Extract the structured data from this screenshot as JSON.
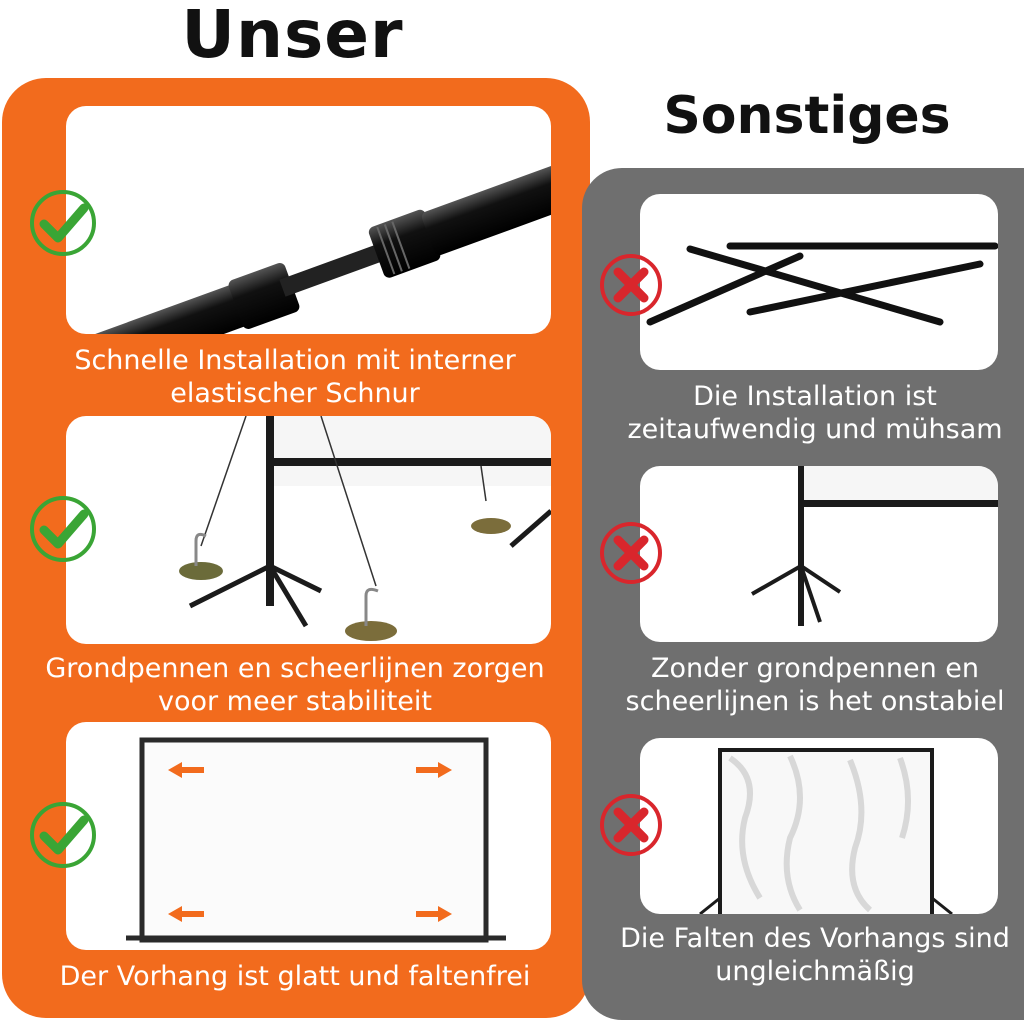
{
  "ours": {
    "title": "Unser",
    "items": [
      {
        "caption_line1": "Schnelle Installation mit interner",
        "caption_line2": "elastischer Schnur"
      },
      {
        "caption_line1": "Grondpennen en scheerlijnen zorgen",
        "caption_line2": "voor meer stabiliteit"
      },
      {
        "caption_line1": "Der Vorhang ist glatt und faltenfrei",
        "caption_line2": ""
      }
    ]
  },
  "others": {
    "title": "Sonstiges",
    "items": [
      {
        "caption_line1": "Die Installation ist",
        "caption_line2": "zeitaufwendig und mühsam"
      },
      {
        "caption_line1": "Zonder grondpennen en",
        "caption_line2": "scheerlijnen is het onstabiel"
      },
      {
        "caption_line1": "Die Falten des Vorhangs sind",
        "caption_line2": "ungleichmäßig"
      }
    ]
  },
  "colors": {
    "orange": "#f26b1d",
    "gray": "#6f6f6f",
    "check_green": "#3aa535",
    "cross_red": "#d9262c"
  },
  "icons": {
    "positive": "check-icon",
    "negative": "cross-icon"
  }
}
